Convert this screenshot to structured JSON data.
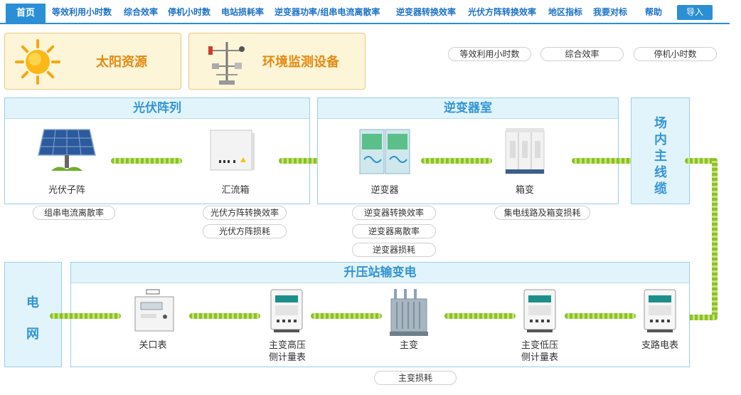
{
  "nav": {
    "home": "首页",
    "items": [
      "等效利用小时数",
      "综合效率",
      "停机小时数",
      "电站损耗率",
      "逆变器功率/组串电流离散率",
      "逆变器转换效率",
      "光伏方阵转换效率",
      "地区指标",
      "我要对标",
      "帮助"
    ],
    "import": "导入"
  },
  "cards": {
    "solar": "太阳资源",
    "env": "环境监测设备"
  },
  "top_pills": [
    "等效利用小时数",
    "综合效率",
    "停机小时数"
  ],
  "pv_array": {
    "title": "光伏阵列",
    "sub_array": "光伏子阵",
    "combiner": "汇流箱",
    "pills": [
      "组串电流离散率",
      "光伏方阵转换效率",
      "光伏方阵损耗"
    ]
  },
  "inverter_room": {
    "title": "逆变器室",
    "inverter": "逆变器",
    "box": "箱变",
    "pills": [
      "逆变器转换效率",
      "逆变器离散率",
      "逆变器损耗",
      "集电线路及箱变损耗"
    ]
  },
  "main_cable": "场内主线缆",
  "grid": "电网",
  "substation": {
    "title": "升压站输变电",
    "gate_meter": "关口表",
    "hv_meter_1": "主变高压",
    "hv_meter_2": "侧计量表",
    "transformer": "主变",
    "lv_meter_1": "主变低压",
    "lv_meter_2": "侧计量表",
    "branch_meter": "支路电表",
    "pill": "主变损耗"
  },
  "colors": {
    "accent": "#2b8fd6",
    "panel_title": "#3295d6",
    "card_title": "#e48a12",
    "link": "#8ac226"
  }
}
